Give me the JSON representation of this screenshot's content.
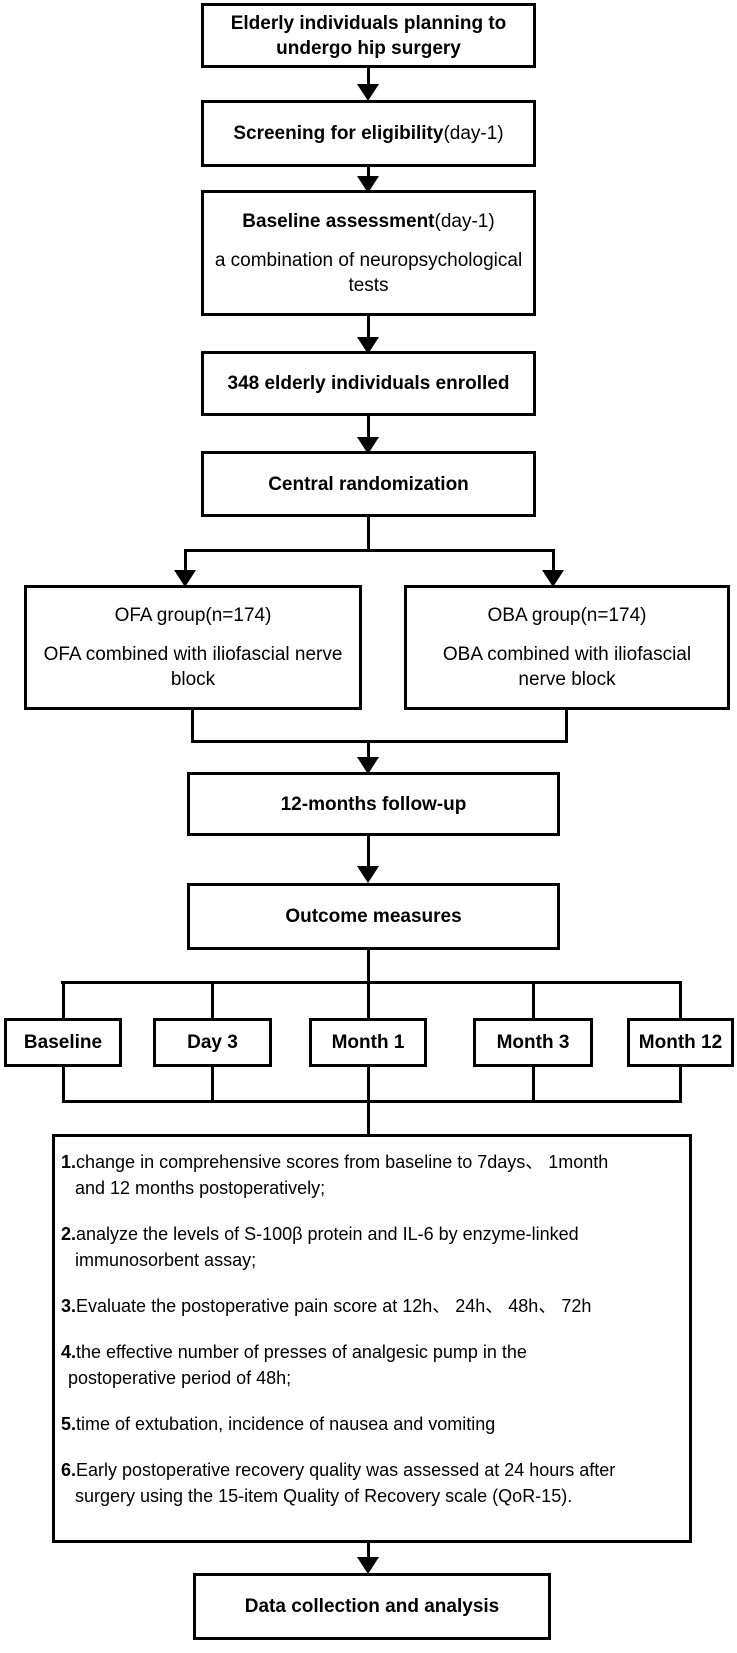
{
  "colors": {
    "line": "#000000",
    "background": "#ffffff",
    "text": "#000000"
  },
  "flowchart": {
    "population_box": {
      "text": "Elderly individuals planning to undergo hip surgery"
    },
    "screening_box": {
      "bold": "Screening for eligibility",
      "suffix": "(day-1)"
    },
    "baseline_box": {
      "bold": "Baseline assessment",
      "suffix": "(day-1)",
      "detail": "a combination of neuropsychological tests"
    },
    "enrolled_box": {
      "text": "348 elderly individuals enrolled"
    },
    "randomization_box": {
      "text": "Central randomization"
    },
    "ofa_box": {
      "title": "OFA group(n=174)",
      "detail": "OFA combined with iliofascial nerve block"
    },
    "oba_box": {
      "title": "OBA group(n=174)",
      "detail": "OBA combined with iliofascial nerve block"
    },
    "followup_box": {
      "text": "12-months follow-up"
    },
    "outcome_box": {
      "text": "Outcome measures"
    },
    "timepoints": [
      {
        "label": "Baseline"
      },
      {
        "label": "Day 3"
      },
      {
        "label": "Month 1"
      },
      {
        "label": "Month 3"
      },
      {
        "label": "Month 12"
      }
    ],
    "outcomes": [
      {
        "num": "1.",
        "lines": [
          "change in comprehensive scores from baseline to 7days、 1month",
          "and 12 months postoperatively;"
        ]
      },
      {
        "num": "2.",
        "lines": [
          "analyze the levels of S-100β protein and IL-6 by enzyme-linked",
          "immunosorbent assay;"
        ]
      },
      {
        "num": "3.",
        "lines": [
          "Evaluate the postoperative pain score at 12h、 24h、 48h、 72h",
          ""
        ]
      },
      {
        "num": "4.",
        "lines": [
          "the effective number of presses of analgesic pump in the",
          "postoperative period of 48h;"
        ]
      },
      {
        "num": "5.",
        "lines": [
          "time of extubation, incidence of nausea and vomiting",
          ""
        ]
      },
      {
        "num": "6.",
        "lines": [
          "Early postoperative recovery quality was assessed at 24 hours after",
          "surgery using the 15-item Quality of Recovery scale (QoR-15)."
        ]
      }
    ],
    "final_box": {
      "text": "Data collection and analysis"
    }
  }
}
